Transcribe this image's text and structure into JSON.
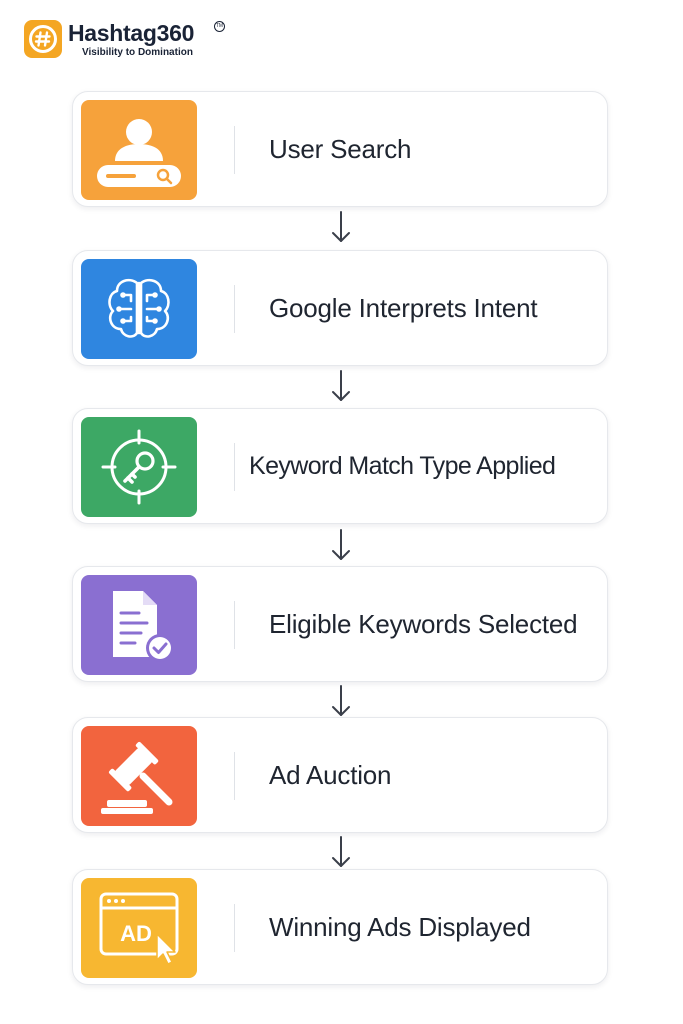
{
  "brand": {
    "name": "Hashtag360",
    "tagline": "Visibility to Domination",
    "tm": "TM",
    "accent": "#f4a623"
  },
  "flow": {
    "steps": [
      {
        "label": "User Search",
        "icon": "user-search-icon",
        "color": "#f6a23b"
      },
      {
        "label": "Google Interprets Intent",
        "icon": "brain-circuit-icon",
        "color": "#2f86e0"
      },
      {
        "label": "Keyword Match Type Applied",
        "icon": "target-key-icon",
        "color": "#3da865"
      },
      {
        "label": "Eligible Keywords Selected",
        "icon": "document-check-icon",
        "color": "#8a6fd1"
      },
      {
        "label": "Ad Auction",
        "icon": "gavel-icon",
        "color": "#f2643e"
      },
      {
        "label": "Winning Ads Displayed",
        "icon": "ad-browser-icon",
        "color": "#f7b731",
        "icon_text": "AD"
      }
    ],
    "connector_icon": "arrow-down-icon"
  }
}
